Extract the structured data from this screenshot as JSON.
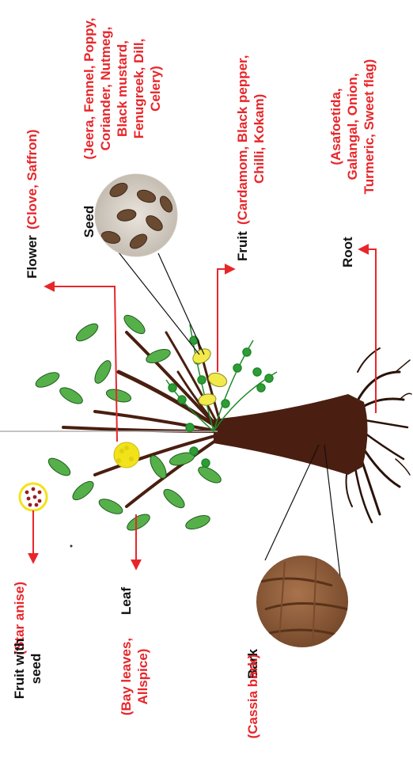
{
  "colors": {
    "accent_red": "#e8262a",
    "text_black": "#111111",
    "trunk_brown": "#4a1e10",
    "leaf_green": "#56b04a",
    "fern_green": "#1f8a2a",
    "lemon_yellow": "#f2ea4a",
    "flower_yellow": "#f1e21a",
    "berry_red": "#9b1c24",
    "bark_brown": "#8a5a3a",
    "seed_brown": "#6b4a32"
  },
  "parts": {
    "fruit_with_seed": {
      "name_line1": "Fruit with",
      "name_line2": "seed",
      "examples": "(Star anise)"
    },
    "leaf": {
      "name": "Leaf",
      "examples_line1": "(Bay leaves,",
      "examples_line2": "Allspice)"
    },
    "bark": {
      "name": "Bark",
      "examples": "(Cassia bark)"
    },
    "flower": {
      "name": "Flower",
      "examples": "(Clove, Saffron)"
    },
    "seed": {
      "name": "Seed",
      "examples_lines": [
        "(Jeera, Fennel, Poppy,",
        "Coriander, Nutmeg,",
        "Black mustard,",
        "Fenugreek, Dill,",
        "Celery)"
      ]
    },
    "fruit": {
      "name": "Fruit",
      "examples_line1": "(Cardamom, Black pepper,",
      "examples_line2": "Chilli, Kokam)"
    },
    "root": {
      "name": "Root",
      "examples_lines": [
        "(Asafoetida,",
        "Galangal, Onion,",
        "Turmeric, Sweet flag)"
      ]
    }
  }
}
